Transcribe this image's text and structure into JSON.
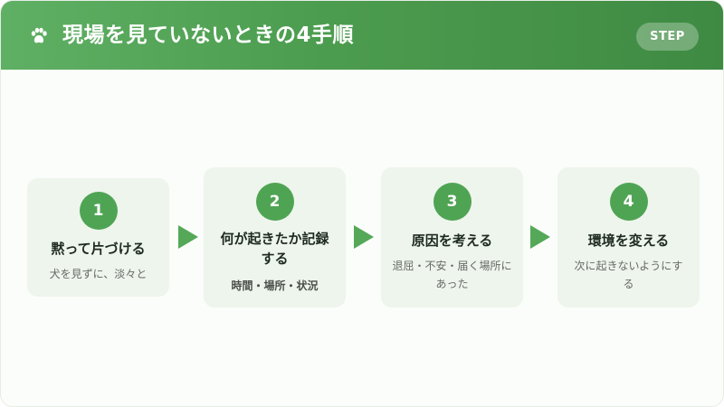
{
  "header": {
    "icon": "paw-icon",
    "title": "現場を見ていないときの4手順",
    "badge": "STEP"
  },
  "colors": {
    "accent": "#4fa454",
    "header_start": "#5fb064",
    "header_end": "#3f8a43",
    "step_bg": "#eef5ec"
  },
  "steps": [
    {
      "number": "1",
      "title": "黙って片づける",
      "description": "犬を見ずに、淡々と"
    },
    {
      "number": "2",
      "title": "何が起きたか記録する",
      "description": "時間・場所・状況"
    },
    {
      "number": "3",
      "title": "原因を考える",
      "description": "退屈・不安・届く場所にあった"
    },
    {
      "number": "4",
      "title": "環境を変える",
      "description": "次に起きないようにする"
    }
  ]
}
